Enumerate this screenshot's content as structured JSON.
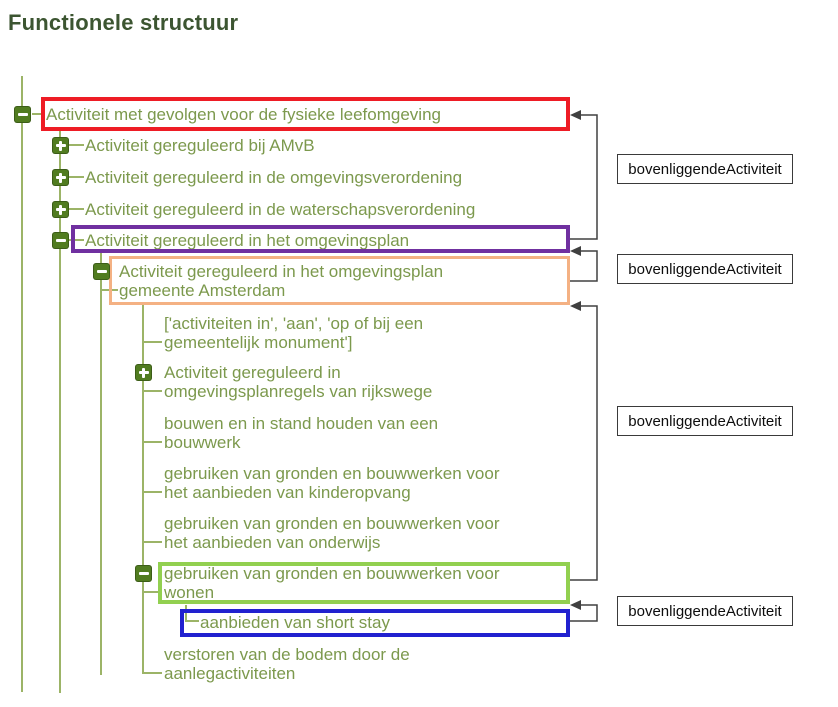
{
  "title": "Functionele structuur",
  "tree": {
    "items": [
      {
        "lines": [
          "Activiteit met gevolgen voor de fysieke leefomgeving"
        ],
        "toggle": "minus",
        "highlight": "red",
        "level": 0
      },
      {
        "lines": [
          "Activiteit gereguleerd bij AMvB"
        ],
        "toggle": "plus",
        "highlight": null,
        "level": 1
      },
      {
        "lines": [
          "Activiteit gereguleerd in de omgevingsverordening"
        ],
        "toggle": "plus",
        "highlight": null,
        "level": 1
      },
      {
        "lines": [
          "Activiteit gereguleerd in de waterschapsverordening"
        ],
        "toggle": "plus",
        "highlight": null,
        "level": 1
      },
      {
        "lines": [
          "Activiteit gereguleerd in het omgevingsplan"
        ],
        "toggle": "minus",
        "highlight": "purple",
        "level": 1
      },
      {
        "lines": [
          "Activiteit gereguleerd in het omgevingsplan",
          "gemeente Amsterdam"
        ],
        "toggle": "minus",
        "highlight": "orange",
        "level": 2
      },
      {
        "lines": [
          "['activiteiten in', 'aan', 'op of bij een",
          "gemeentelijk monument']"
        ],
        "toggle": null,
        "highlight": null,
        "level": 3
      },
      {
        "lines": [
          "Activiteit gereguleerd in",
          "omgevingsplanregels van rijkswege"
        ],
        "toggle": "plus",
        "highlight": null,
        "level": 3
      },
      {
        "lines": [
          "bouwen en in stand houden van een",
          "bouwwerk"
        ],
        "toggle": null,
        "highlight": null,
        "level": 3
      },
      {
        "lines": [
          "gebruiken van gronden en bouwwerken voor",
          "het aanbieden van kinderopvang"
        ],
        "toggle": null,
        "highlight": null,
        "level": 3
      },
      {
        "lines": [
          "gebruiken van gronden en bouwwerken voor",
          "het aanbieden van onderwijs"
        ],
        "toggle": null,
        "highlight": null,
        "level": 3
      },
      {
        "lines": [
          "gebruiken van gronden en bouwwerken voor",
          "wonen"
        ],
        "toggle": "minus",
        "highlight": "green",
        "level": 3
      },
      {
        "lines": [
          "aanbieden van short stay"
        ],
        "toggle": null,
        "highlight": "blue",
        "level": 4
      },
      {
        "lines": [
          "verstoren van de bodem door de",
          "aanlegactiviteiten"
        ],
        "toggle": null,
        "highlight": null,
        "level": 3
      }
    ]
  },
  "annotations": {
    "labels": [
      {
        "text": "bovenliggendeActiviteit"
      },
      {
        "text": "bovenliggendeActiviteit"
      },
      {
        "text": "bovenliggendeActiviteit"
      },
      {
        "text": "bovenliggendeActiviteit"
      }
    ],
    "arrows": [
      {
        "from": "Activiteit gereguleerd in het omgevingsplan",
        "to": "Activiteit met gevolgen voor de fysieke leefomgeving"
      },
      {
        "from": "Activiteit gereguleerd in het omgevingsplan gemeente Amsterdam",
        "to": "Activiteit gereguleerd in het omgevingsplan"
      },
      {
        "from": "gebruiken van gronden en bouwwerken voor wonen",
        "to": "Activiteit gereguleerd in het omgevingsplan gemeente Amsterdam"
      },
      {
        "from": "aanbieden van short stay",
        "to": "gebruiken van gronden en bouwwerken voor wonen"
      }
    ]
  },
  "colors": {
    "title": "#3c5531",
    "tree_text": "#7c994d",
    "tree_lines": "#9cb467",
    "toggle_background": "#517c20",
    "highlight_red": "#ee1c25",
    "highlight_purple": "#7030a0",
    "highlight_orange": "#f4b183",
    "highlight_green": "#92d050",
    "highlight_blue": "#2121cf",
    "arrow": "#404040"
  }
}
